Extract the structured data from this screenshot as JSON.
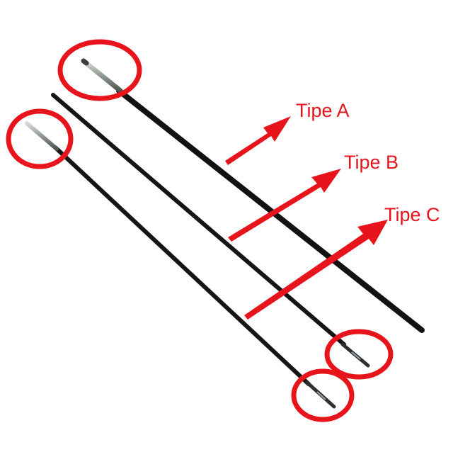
{
  "labels": {
    "tipe_a": "Tipe A",
    "tipe_b": "Tipe B",
    "tipe_c": "Tipe C"
  },
  "colors": {
    "rod": "#111111",
    "tip_metal": "#8f9890",
    "marker": "#e8141b",
    "background": "#ffffff"
  }
}
